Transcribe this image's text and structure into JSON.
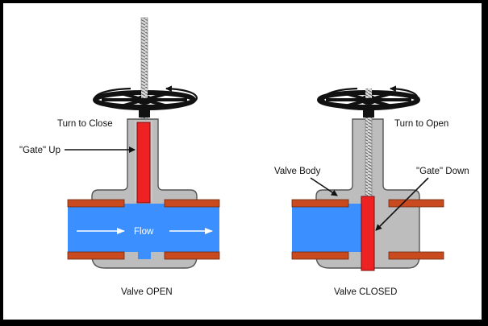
{
  "left_valve": {
    "label_turn": "Turn to Close",
    "label_gate": "\"Gate\" Up",
    "label_flow": "Flow",
    "caption": "Valve OPEN"
  },
  "right_valve": {
    "label_turn": "Turn to Open",
    "label_body": "Valve Body",
    "label_gate": "\"Gate\" Down",
    "caption": "Valve CLOSED"
  },
  "colors": {
    "frame": "#000000",
    "background": "#ffffff",
    "body": "#bdbdbd",
    "pipe_fluid": "#3c8fff",
    "pipe_wall": "#c84a1e",
    "gate": "#ee2222",
    "stem": "#d7d7d7",
    "handwheel": "#111111"
  }
}
